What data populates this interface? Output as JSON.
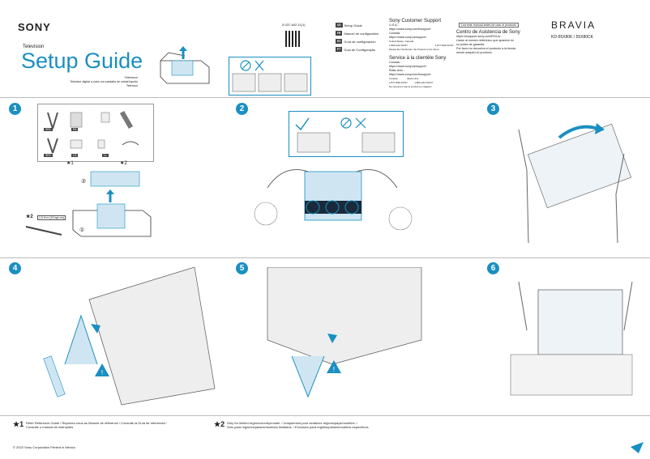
{
  "brand": "SONY",
  "category": "Television",
  "title": "Setup Guide",
  "subtitles": [
    "Téléviseur",
    "Televisor digital a color con pantalla de cristal líquido",
    "Televisor"
  ],
  "part_number": "5-037-642-11(1)",
  "languages": [
    {
      "code": "US",
      "label": "Setup Guide"
    },
    {
      "code": "FR",
      "label": "Manuel de configuration"
    },
    {
      "code": "ES",
      "label": "Guía de configuración"
    },
    {
      "code": "PT",
      "label": "Guia de Configuração"
    }
  ],
  "support_en": {
    "heading": "Sony Customer Support",
    "lines": [
      "U.S.A.:",
      "https://www.sony.com/tvsupport",
      "Canada:",
      "https://www.sony.ca/support"
    ],
    "phones_label1": "United States, Canada",
    "phone1": "1-800-222-SONY",
    "phone2": "1-877-899-SONY",
    "note": "Please Do Not Return the Product to the Store"
  },
  "support_fr": {
    "heading": "Service à la clientèle Sony",
    "lines": [
      "Canada :",
      "https://www.sony.ca/support",
      "États-Unis :",
      "https://www.sony.com/tvsupport"
    ],
    "row1": [
      "Canada",
      "États-Unis"
    ],
    "row2": [
      "1-877-899-SONY",
      "1-800-222-SONY"
    ],
    "note": "Ne retournez pas le produit au magasin"
  },
  "support_es": {
    "notice": "Lea este manual antes de usar el producto",
    "heading": "Centro de Asistencia de Sony",
    "lines": [
      "https://esupport.sony.com/ES/LA/",
      "Llame al número telefónico que aparece en",
      "su póliza de garantía.",
      "Por favor no devuelva el producto a la tienda",
      "donde adquirió el producto."
    ]
  },
  "product_line": "BRAVIA",
  "model": "KD-55X80K / 55X80CK",
  "steps": [
    "1",
    "2",
    "3",
    "4",
    "5",
    "6"
  ],
  "parts": [
    "SR1",
    "R4",
    "SR2",
    "LS",
    "LL"
  ],
  "sub_steps": [
    "②",
    "①"
  ],
  "screw_note": [
    "1.5 N·m {15 kgf·cm}",
    "(15 kgf·cm)"
  ],
  "footnote_markers": [
    "★1",
    "★2"
  ],
  "footnote1": [
    "Refer Reference Guide / Reportez-vous au Manuel de référence / Consulte la Guía de referencia /",
    "Consulte o manual de instruções"
  ],
  "footnote2": [
    "Only for limited region/country/model. / Uniquement pour certaines régions/pays/modèles. /",
    "Solo para regiones/países/modelos limitados. / Exclusivo para regiões/países/modelos específicos."
  ],
  "copyright": "© 2022 Sony Corporation  Printed in Mexico",
  "colors": {
    "accent": "#1a8fc1",
    "text": "#222222",
    "divider": "#bbbbbb"
  },
  "icons": [
    "tv-box-icon",
    "checkmark-icon",
    "prohibited-icon",
    "warning-icon",
    "screwdriver-icon"
  ]
}
